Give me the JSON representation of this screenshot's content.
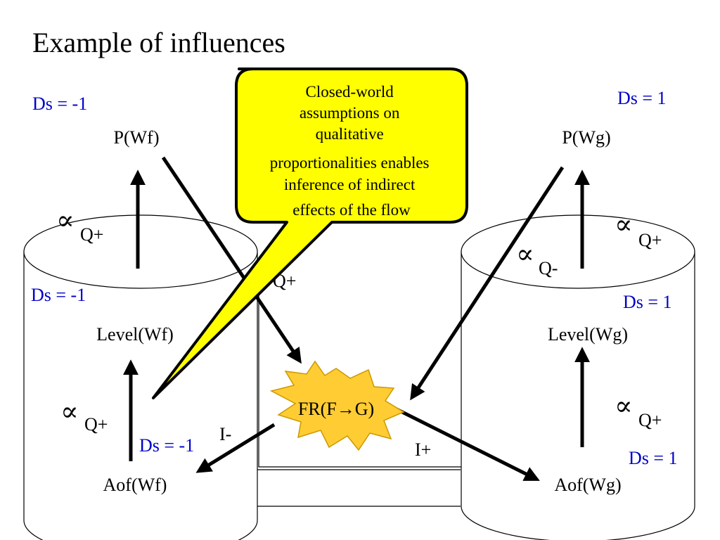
{
  "title": "Example of influences",
  "colors": {
    "ds_text": "#0000cc",
    "callout_fill": "#ffff00",
    "burst_fill": "#ffcc33",
    "line": "#000000"
  },
  "nodes": {
    "p_wf": "P(Wf)",
    "level_wf": "Level(Wf)",
    "aof_wf": "Aof(Wf)",
    "p_wg": "P(Wg)",
    "level_wg": "Level(Wg)",
    "aof_wg": "Aof(Wg)",
    "flow_rate": "FR(F→G)"
  },
  "ds_labels": {
    "top_left": "Ds = -1",
    "mid_left": "Ds = -1",
    "bottom_left": "Ds = -1",
    "top_right": "Ds = 1",
    "mid_right": "Ds = 1",
    "bottom_right": "Ds = 1"
  },
  "relations": {
    "prop_symbol": "∝",
    "q_plus": "Q+",
    "q_minus": "Q-",
    "i_minus": "I-",
    "i_plus": "I+"
  },
  "callout": {
    "lines": [
      "Closed-world",
      "assumptions on",
      "qualitative",
      "proportionalities enables",
      "inference of indirect",
      "effects of the flow"
    ]
  }
}
